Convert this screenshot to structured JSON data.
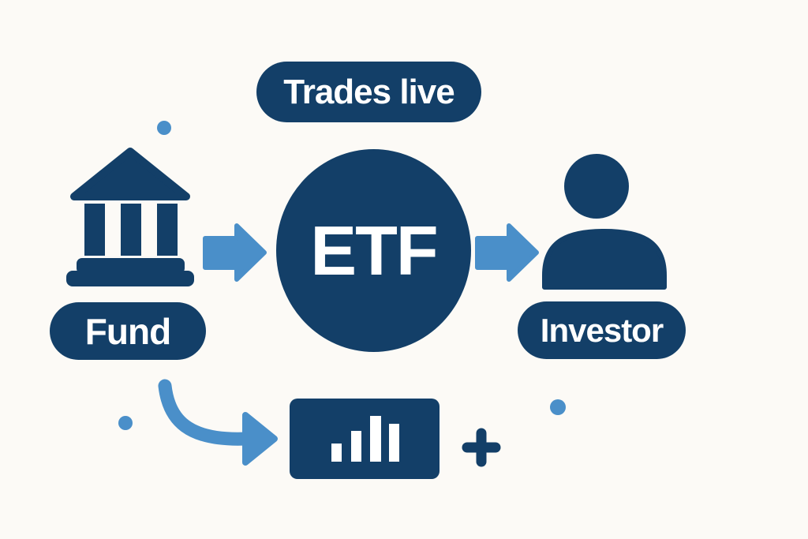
{
  "canvas": {
    "background": "#fcfaf6"
  },
  "colors": {
    "navy": "#133f68",
    "light_blue": "#4a8fc9",
    "white": "#ffffff"
  },
  "badge": {
    "label": "Trades live"
  },
  "nodes": {
    "fund": {
      "label": "Fund",
      "icon": "bank-icon"
    },
    "etf": {
      "label": "ETF",
      "shape": "circle"
    },
    "investor": {
      "label": "Investor",
      "icon": "person-icon"
    }
  },
  "flow": {
    "arrow_1": "fund-to-etf",
    "arrow_2": "etf-to-investor",
    "curved_arrow": "fund-to-chart"
  },
  "bottom": {
    "plus": "+",
    "chart_icon": "bar-chart-icon",
    "chart_bar_heights": [
      23,
      39,
      58,
      48
    ]
  },
  "decor": {
    "dots": 3,
    "dot_color": "#4a8fc9"
  }
}
